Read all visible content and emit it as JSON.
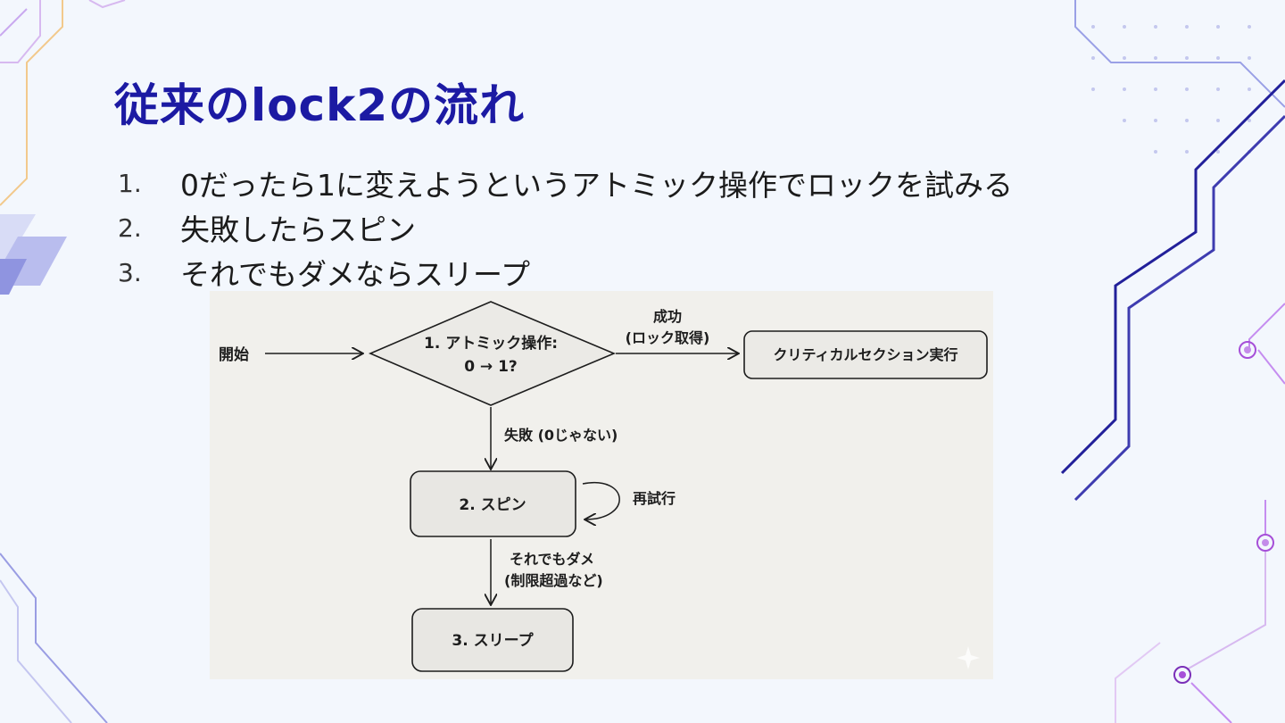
{
  "slide": {
    "title": "従来のlock2の流れ",
    "steps": [
      {
        "num": "1.",
        "text": "0だったら1に変えようというアトミック操作でロックを試みる"
      },
      {
        "num": "2.",
        "text": "失敗したらスピン"
      },
      {
        "num": "3.",
        "text": "それでもダメならスリープ"
      }
    ]
  },
  "flowchart": {
    "start_label": "開始",
    "decision_line1": "1. アトミック操作:",
    "decision_line2": "0 → 1?",
    "success_line1": "成功",
    "success_line2": "(ロック取得)",
    "critical_section": "クリティカルセクション実行",
    "fail_label": "失敗 (0じゃない)",
    "spin_box": "2. スピン",
    "retry_label": "再試行",
    "still_fail_line1": "それでもダメ",
    "still_fail_line2": "(制限超過など)",
    "sleep_box": "3. スリープ"
  },
  "colors": {
    "title": "#1c1aa3",
    "background": "#f3f7fd",
    "flow_background": "#f1f0ec",
    "box_fill": "#e9e8e4",
    "deco_navy": "#22209a",
    "deco_purple": "#a64fd8"
  }
}
